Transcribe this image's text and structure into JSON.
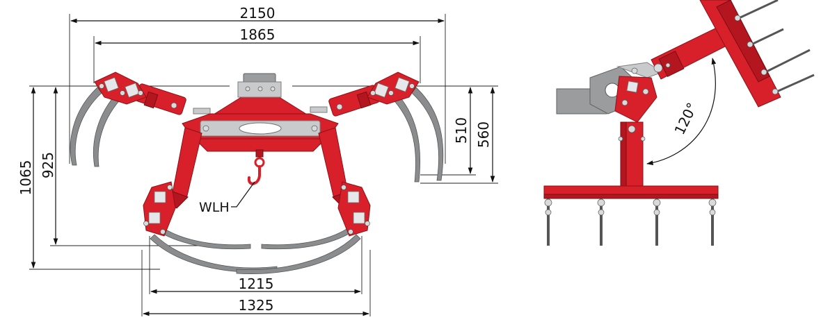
{
  "front_view": {
    "dim_overall_width": "2150",
    "dim_tine_width": "1865",
    "dim_height_total": "1065",
    "dim_height_tines": "925",
    "dim_hanger_lower": "510",
    "dim_hanger_upper": "560",
    "dim_closed_inner": "1215",
    "dim_closed_outer": "1325",
    "hook_label": "WLH"
  },
  "side_view": {
    "rotation_angle": "120°"
  },
  "colors": {
    "frame_red": "#d8202a",
    "tine_grey": "#8a8c8e",
    "carrier_grey": "#9a9c9e"
  }
}
